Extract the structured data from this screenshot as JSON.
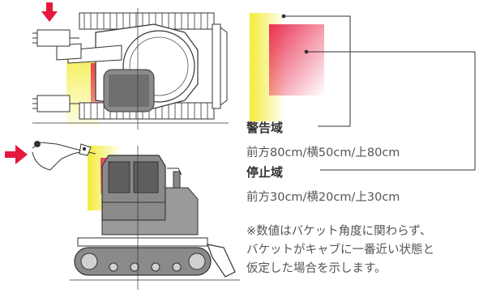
{
  "colors": {
    "warning_zone": "#f3ec39",
    "stop_zone": "#e8264a",
    "arrow": "#e5173f",
    "line": "#333333",
    "text": "#555555"
  },
  "legend": {
    "warning": {
      "label": "警告域",
      "value": "前方80cm/横50cm/上80cm"
    },
    "stop": {
      "label": "停止域",
      "value": "前方30cm/横20cm/上30cm"
    }
  },
  "note": "※数値はバケット角度に関わらず、\nバケットがキャブに一番近い状態と\n仮定した場合を示します。",
  "icons": [
    "down-arrow-icon",
    "right-arrow-icon"
  ]
}
